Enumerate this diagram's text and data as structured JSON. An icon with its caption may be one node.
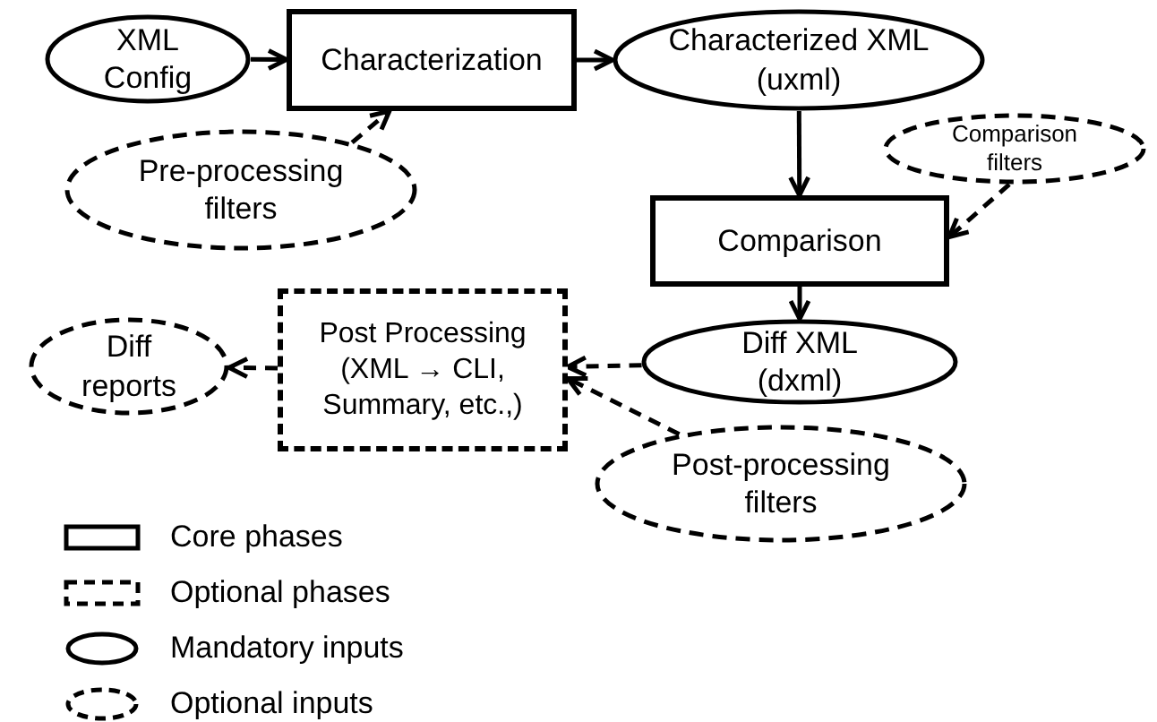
{
  "diagram": {
    "nodes": [
      {
        "text": [
          "XML Config"
        ]
      },
      {
        "text": [
          "Characterization"
        ]
      },
      {
        "text": [
          "Characterized XML (uxml)"
        ]
      },
      {
        "text": [
          "Pre-processing filters"
        ]
      },
      {
        "text": [
          "Comparison filters"
        ]
      },
      {
        "text": [
          "Comparison"
        ]
      },
      {
        "text": [
          "Diff reports"
        ]
      },
      {
        "text": [
          "Post Processing (XML → CLI, Summary, etc.,)"
        ]
      },
      {
        "text": [
          "Diff XML (dxml)"
        ]
      },
      {
        "text": [
          "Post-processing filters"
        ]
      }
    ],
    "edges": [
      {
        "from": 0,
        "to": 1,
        "arrow": "to"
      },
      {
        "from": 1,
        "to": 2,
        "arrow": "to"
      },
      {
        "from": 3,
        "to": 1,
        "arrow": "to",
        "style": "dashed"
      },
      {
        "from": 2,
        "to": 5,
        "arrow": "to"
      },
      {
        "from": 4,
        "to": 5,
        "arrow": "to",
        "style": "dashed"
      },
      {
        "from": 5,
        "to": 8,
        "arrow": "to"
      },
      {
        "from": 8,
        "to": 7,
        "arrow": "to",
        "style": "dashed"
      },
      {
        "from": 9,
        "to": 7,
        "arrow": "to",
        "style": "dashed"
      },
      {
        "from": 7,
        "to": 6,
        "arrow": "to",
        "style": "dashed"
      }
    ],
    "legend": [
      {
        "text": "Core phases"
      },
      {
        "text": "Optional phases"
      },
      {
        "text": "Mandatory inputs"
      },
      {
        "text": "Optional inputs"
      }
    ]
  }
}
